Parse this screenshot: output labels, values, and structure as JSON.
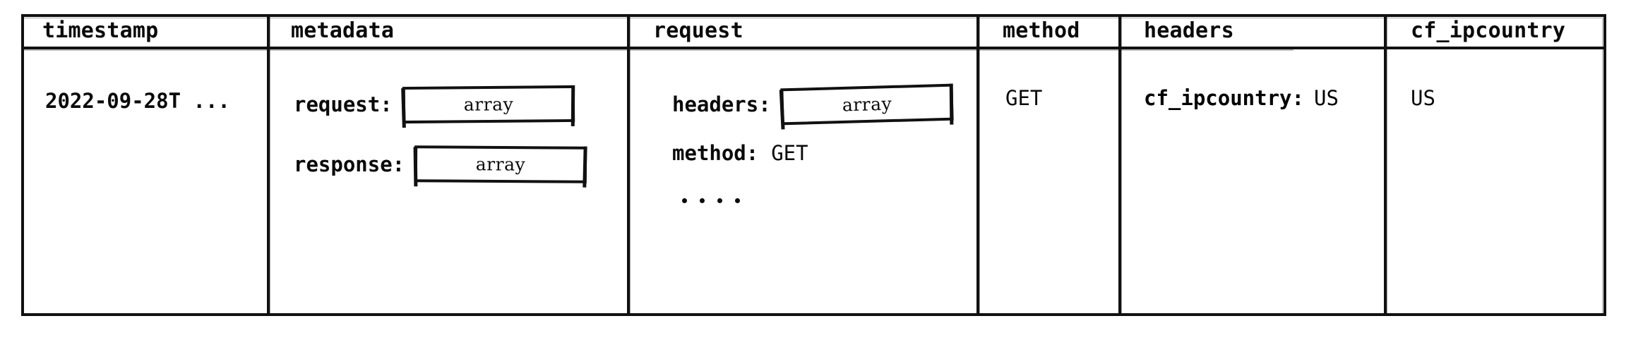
{
  "table": {
    "columns": [
      {
        "key": "timestamp",
        "label": "timestamp"
      },
      {
        "key": "metadata",
        "label": "metadata"
      },
      {
        "key": "request",
        "label": "request"
      },
      {
        "key": "method",
        "label": "method"
      },
      {
        "key": "headers",
        "label": "headers"
      },
      {
        "key": "cf_ipcountry",
        "label": "cf_ipcountry"
      }
    ],
    "row": {
      "timestamp": {
        "value": "2022-09-28T ..."
      },
      "metadata": {
        "fields": [
          {
            "key": "request:",
            "value_type": "array",
            "value": "array"
          },
          {
            "key": "response:",
            "value_type": "array",
            "value": "array"
          }
        ]
      },
      "request": {
        "fields": [
          {
            "key": "headers:",
            "value_type": "array",
            "value": "array"
          },
          {
            "key": "method:",
            "value_type": "text",
            "value": "GET"
          }
        ],
        "truncation": "...."
      },
      "method": {
        "value": "GET"
      },
      "headers": {
        "key": "cf_ipcountry:",
        "value": "US"
      },
      "cf_ipcountry": {
        "value": "US"
      }
    }
  },
  "style": {
    "ink": "#111111",
    "text": "#0a0a0a",
    "background": "#ffffff"
  }
}
